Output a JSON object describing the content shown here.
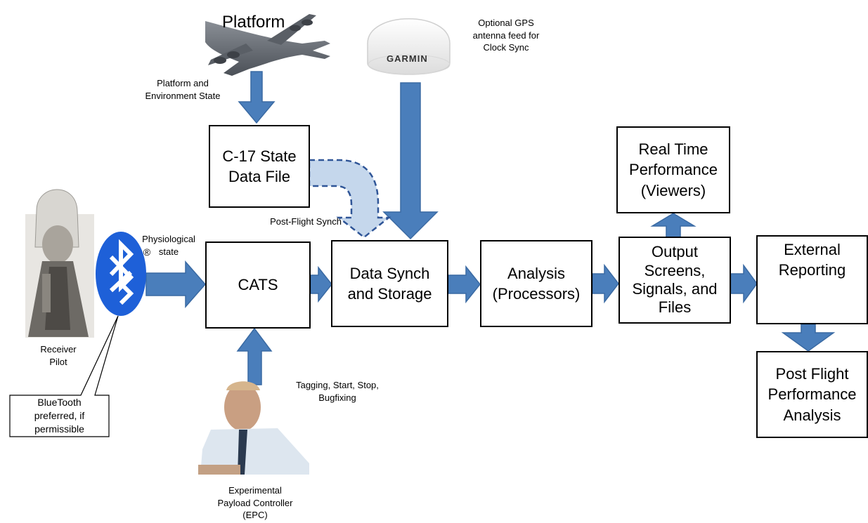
{
  "diagram": {
    "platform_title": "Platform",
    "platform_state_label": "Platform and\nEnvironment State",
    "gps_brand": "GARMIN",
    "gps_label": "Optional GPS\nantenna feed for\nClock Sync",
    "c17_box": "C-17 State\nData File",
    "post_flight_synch_label": "Post-Flight Synch",
    "physiological_label": "Physiological\nstate",
    "registered_mark": "®",
    "cats_box": "CATS",
    "data_synch_box": "Data Synch\nand Storage",
    "analysis_box": "Analysis\n(Processors)",
    "output_box": "Output\nScreens,\nSignals, and\nFiles",
    "real_time_box": "Real Time\nPerformance\n(Viewers)",
    "external_box_title": "External\nReporting",
    "post_flight_box": "Post Flight\nPerformance\nAnalysis",
    "receiver_label": "Receiver\nPilot",
    "bluetooth_callout": "BlueTooth\npreferred, if\npermissible",
    "tagging_label": "Tagging, Start, Stop,\nBugfixing",
    "epc_label": "Experimental\nPayload Controller\n(EPC)"
  },
  "colors": {
    "arrow_fill": "#4a7ebb",
    "arrow_stroke": "#3a6aa3",
    "dashed_fill": "#c5d7ec",
    "bluetooth_blue": "#1e60d8"
  },
  "icons": [
    "airplane-icon",
    "gps-antenna-icon",
    "bluetooth-icon",
    "pilot-photo",
    "controller-photo",
    "excel-icon",
    "chart-icon",
    "powerpoint-icon"
  ]
}
